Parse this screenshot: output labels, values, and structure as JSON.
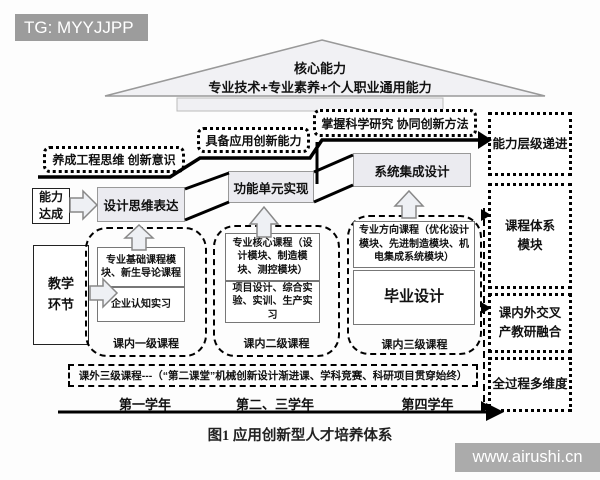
{
  "badge": "TG: MYYJJPP",
  "roof": {
    "title": "核心能力",
    "subtitle": "专业技术+专业素养+个人职业通用能力"
  },
  "left_labels": {
    "ability": "能力\n达成",
    "teaching": "教学\n环节"
  },
  "capability_steps": [
    {
      "label": "养成工程思维 创新意识"
    },
    {
      "label": "具备应用创新能力"
    },
    {
      "label": "掌握科学研究 协同创新方法"
    }
  ],
  "process_steps": [
    {
      "label": "设计思维表达"
    },
    {
      "label": "功能单元实现"
    },
    {
      "label": "系统集成设计"
    }
  ],
  "course_groups": [
    {
      "modules": [
        "专业基础课程模块、新生导论课程",
        "企业认知实习"
      ],
      "label": "课内一级课程"
    },
    {
      "modules": [
        "专业核心课程（设计模块、制造模块、测控模块）",
        "项目设计、综合实验、实训、生产实习"
      ],
      "label": "课内二级课程"
    },
    {
      "modules": [
        "专业方向课程（优化设计模块、先进制造模块、机电集成系统模块）",
        "毕业设计"
      ],
      "label": "课内三级课程"
    }
  ],
  "extracurricular": "课外三级课程---（“第二课堂”机械创新设计渐进课、学科竞赛、科研项目贯穿始终）",
  "years": [
    "第一学年",
    "第二、三学年",
    "第四学年"
  ],
  "right_column": [
    {
      "label": "能力层级递进"
    },
    {
      "label": "课程体系\n模块"
    },
    {
      "label": "课内外交叉\n产教研融合"
    },
    {
      "label": "全过程多维度"
    }
  ],
  "caption": "图1 应用创新型人才培养体系",
  "watermark": "www.airushi.cn",
  "colors": {
    "line": "#000000",
    "step_fill": "#ebebf0",
    "badge_bg": "#9c9c9c",
    "watermark_bg": "#ababab"
  }
}
